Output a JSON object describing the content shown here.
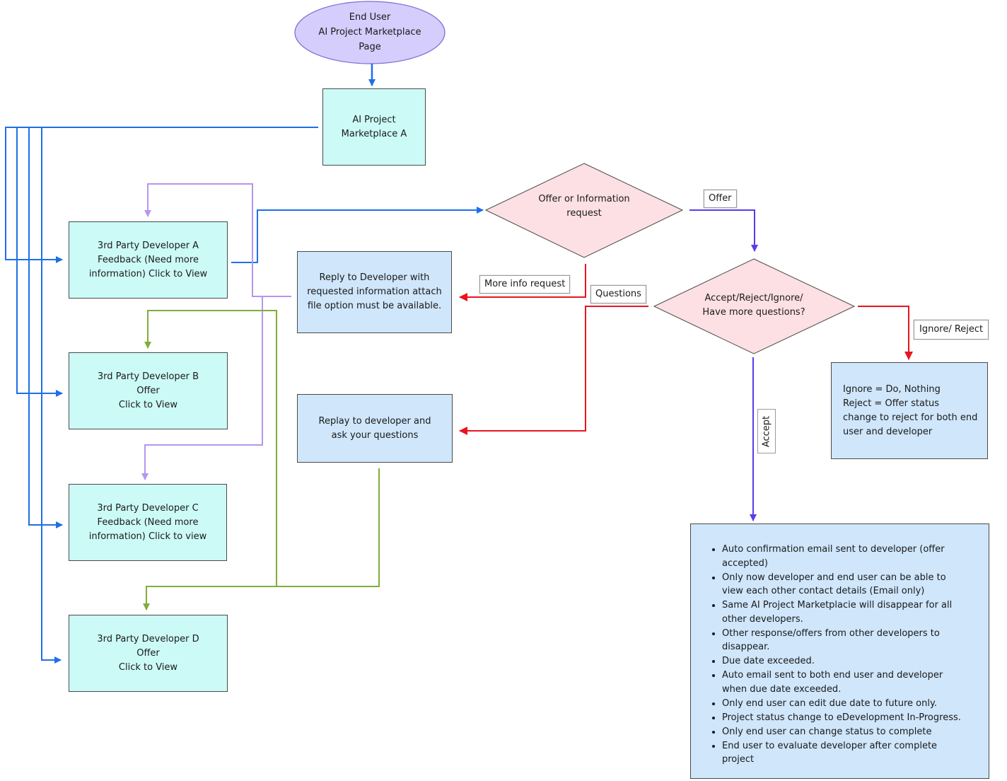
{
  "nodes": {
    "start": "End User\nAI Project Marketplace\nPage",
    "marketplace": "AI Project\nMarketplace A",
    "dev_a": "3rd Party Developer A\nFeedback (Need more\ninformation) Click to View",
    "dev_b": "3rd Party Developer B\nOffer\nClick to View",
    "dev_c": "3rd Party Developer C\nFeedback (Need more\ninformation) Click to view",
    "dev_d": "3rd Party Developer D\nOffer\nClick to View",
    "reply_info": "Reply to Developer with\nrequested information attach\nfile option must be available.",
    "reply_questions": "Replay to developer and\nask your questions",
    "decision_offer": "Offer or Information\nrequest",
    "decision_accept": "Accept/Reject/Ignore/\nHave more questions?",
    "ignore_reject": "Ignore = Do, Nothing\nReject = Offer status\nchange to reject for both end\nuser and developer"
  },
  "edge_labels": {
    "offer": "Offer",
    "more_info": "More info request",
    "questions": "Questions",
    "ignore_reject": "Ignore/ Reject",
    "accept": "Accept"
  },
  "accept_outcomes": [
    "Auto confirmation email sent to developer  (offer accepted)",
    "Only now developer and end user can be able to view each other contact details (Email only)",
    "Same AI Project Marketplacie will disappear for all other developers.",
    "Other response/offers from other developers to disappear.",
    "Due date exceeded.",
    "Auto email sent to both end user and developer when due date exceeded.",
    "Only end user can edit due date to future only.",
    "Project status change to eDevelopment In-Progress.",
    "Only end user can change status to complete",
    "End user to evaluate developer after complete project"
  ],
  "colors": {
    "oval_fill": "#d5cdfb",
    "oval_stroke": "#7d6cd6",
    "diamond_fill": "#fde0e3",
    "blue_line": "#1e6fe8",
    "purple_line": "#5b3bea",
    "lavender_line": "#b596ee",
    "green_line": "#7fae3a",
    "red_line": "#e8141e"
  }
}
